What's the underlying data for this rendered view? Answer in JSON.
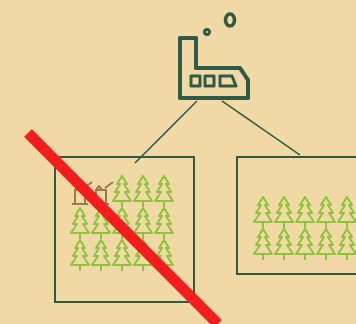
{
  "colors": {
    "background": "#f0d9a4",
    "outline": "#2f5a45",
    "tree": "#8cc43c",
    "stump": "#9a7a4a",
    "cross": "#f21d1d"
  },
  "diagram": {
    "source": {
      "icon": "factory-icon"
    },
    "regions": [
      {
        "id": "left",
        "status": "crossed-out",
        "tree_icon": "pine-tree-icon",
        "rows": [
          [
            "stump",
            "stump",
            "tree",
            "tree",
            "tree"
          ],
          [
            "tree",
            "tree",
            "tree",
            "tree",
            "tree"
          ],
          [
            "tree",
            "tree",
            "tree",
            "tree",
            "tree"
          ]
        ]
      },
      {
        "id": "right",
        "status": "intact",
        "tree_icon": "pine-tree-icon",
        "rows": [
          [
            "tree",
            "tree",
            "tree",
            "tree",
            "tree"
          ],
          [
            "tree",
            "tree",
            "tree",
            "tree",
            "tree"
          ]
        ]
      }
    ]
  }
}
